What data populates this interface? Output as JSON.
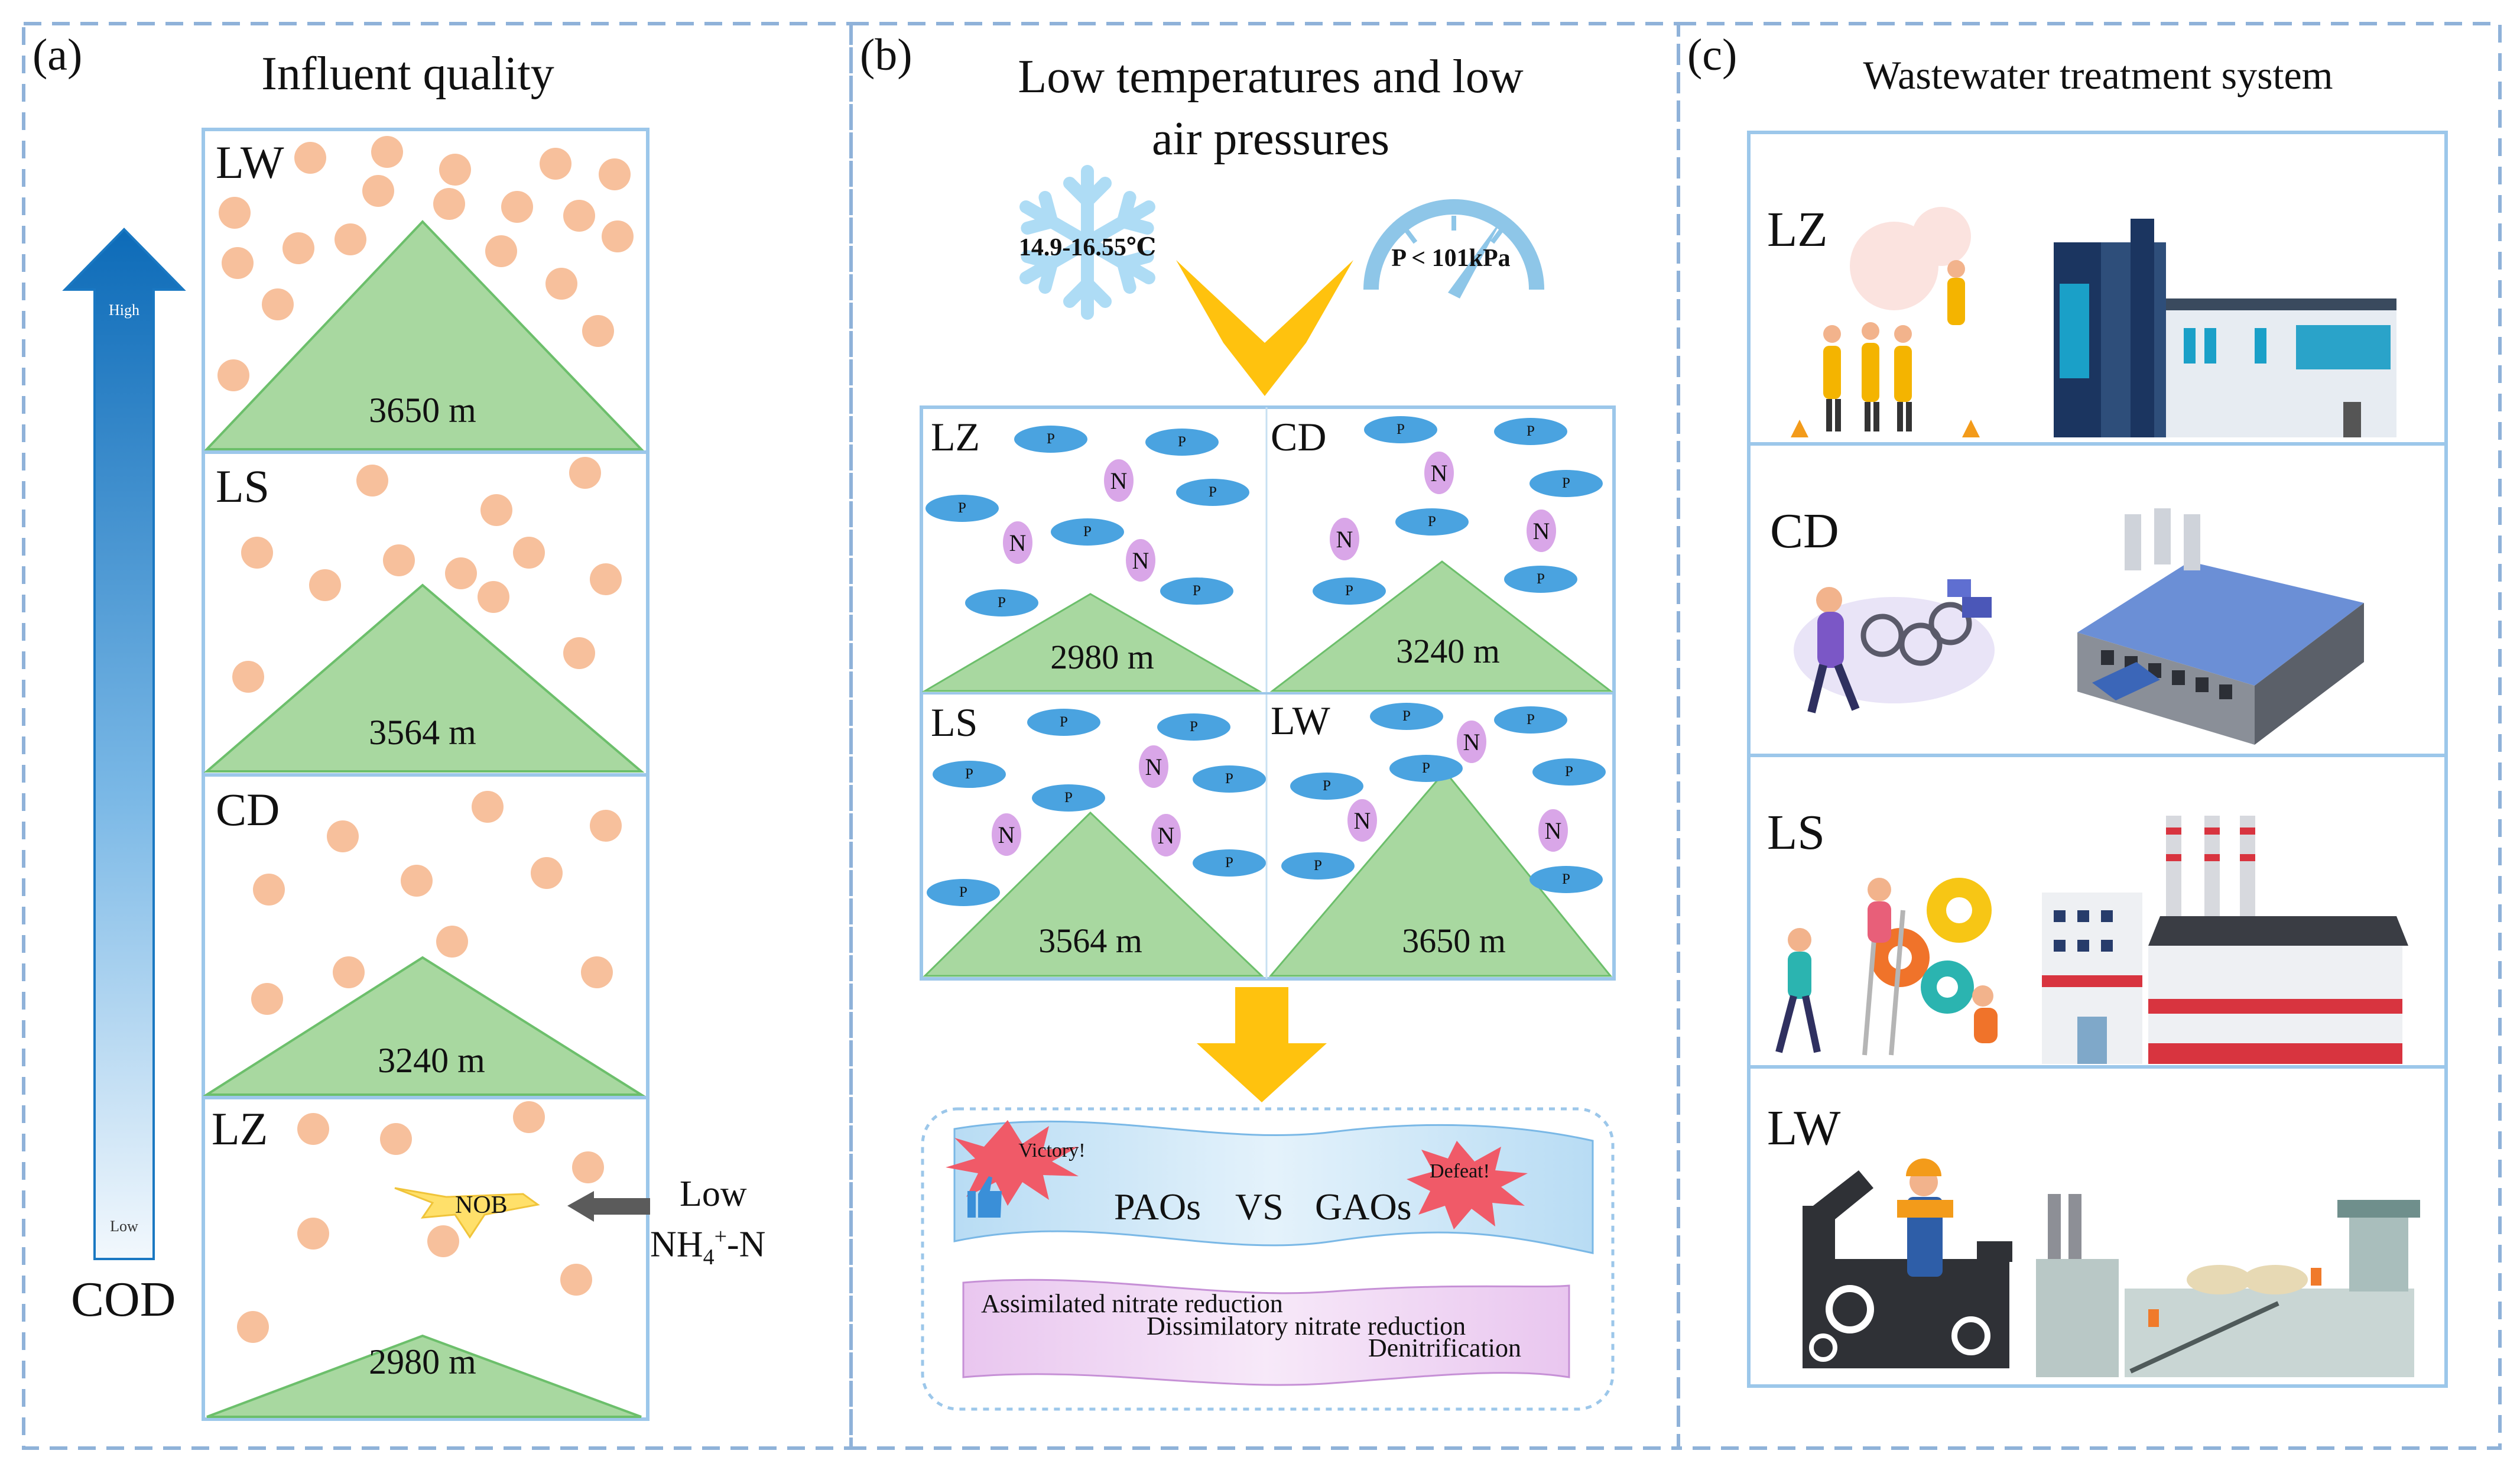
{
  "panel_a": {
    "label": "(a)",
    "title": "Influent quality",
    "axis_label": "COD",
    "axis_high": "High",
    "axis_low": "Low",
    "boxes": [
      {
        "name": "LW",
        "altitude": "3650 m"
      },
      {
        "name": "LS",
        "altitude": "3564 m"
      },
      {
        "name": "CD",
        "altitude": "3240 m"
      },
      {
        "name": "LZ",
        "altitude": "2980 m"
      }
    ],
    "nob_label": "NOB",
    "low_label": "Low",
    "nh4_label": "NH4+-N",
    "colors": {
      "particle": "#f7c09c",
      "mountain": "#a8d8a0",
      "box_border": "#9cc7ea",
      "arrow": "#1a78c2"
    }
  },
  "panel_b": {
    "label": "(b)",
    "title_line1": "Low temperatures and low",
    "title_line2": "air pressures",
    "temperature": "14.9-16.55℃",
    "pressure": "P < 101kPa",
    "p_token": "P",
    "n_token": "N",
    "sites": [
      {
        "name": "LZ",
        "altitude": "2980 m"
      },
      {
        "name": "CD",
        "altitude": "3240 m"
      },
      {
        "name": "LS",
        "altitude": "3564 m"
      },
      {
        "name": "LW",
        "altitude": "3650 m"
      }
    ],
    "victory": "Victory!",
    "defeat": "Defeat!",
    "paos": "PAOs",
    "vs": "VS",
    "gaos": "GAOs",
    "processes": [
      "Assimilated nitrate reduction",
      "Dissimilatory nitrate reduction",
      "Denitrification"
    ],
    "colors": {
      "p_ellipse": "#4aa3e0",
      "n_ellipse": "#d9a6e8",
      "arrow": "#ffc20e",
      "burst": "#f05a68"
    }
  },
  "panel_c": {
    "label": "(c)",
    "title": "Wastewater treatment system",
    "sites": [
      "LZ",
      "CD",
      "LS",
      "LW"
    ]
  }
}
